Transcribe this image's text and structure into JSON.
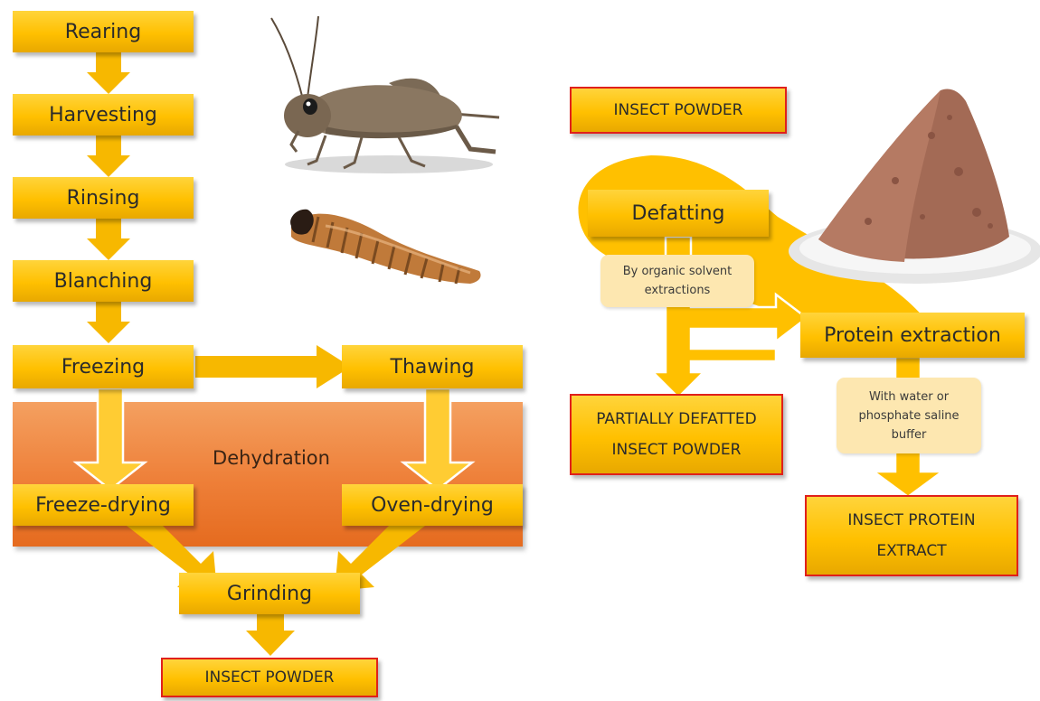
{
  "process": {
    "steps": [
      "Rearing",
      "Harvesting",
      "Rinsing",
      "Blanching",
      "Freezing",
      "Thawing"
    ],
    "dehydration_label": "Dehydration",
    "freeze_drying": "Freeze-drying",
    "oven_drying": "Oven-drying",
    "grinding": "Grinding",
    "output": "INSECT POWDER"
  },
  "fractionation": {
    "input": "INSECT POWDER",
    "defatting": "Defatting",
    "defatting_note": [
      "By organic solvent",
      "extractions"
    ],
    "protein_extraction": "Protein extraction",
    "protein_note": [
      "With water or",
      "phosphate saline",
      "buffer"
    ],
    "defatted_output": [
      "PARTIALLY DEFATTED",
      "INSECT POWDER"
    ],
    "protein_output": [
      "INSECT PROTEIN",
      "EXTRACT"
    ]
  },
  "icons": [
    "cricket-illustration",
    "mealworm-illustration",
    "insect-powder-plate-illustration"
  ],
  "colors": {
    "box_fill": "#ffc000",
    "box_outline_red": "#e0201b",
    "dehydration_fill": "#ee7f38",
    "note_fill": "#fde7b0"
  }
}
